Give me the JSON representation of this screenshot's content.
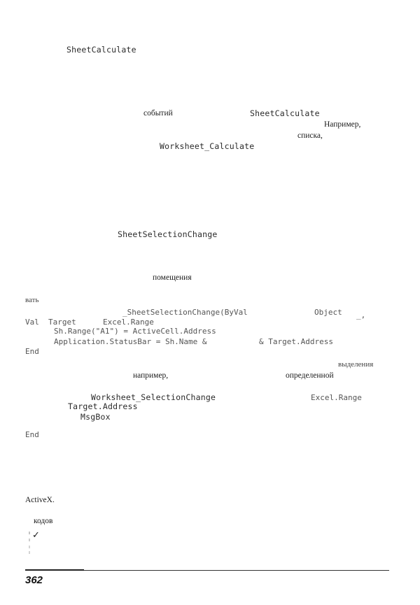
{
  "text": {
    "l1": "SheetCalculate",
    "l2a": "событий",
    "l2b": "SheetCalculate",
    "l3": "Например,",
    "l4": "списка,",
    "l5": "Worksheet_Calculate",
    "l6": "SheetSelectionChange",
    "l7": "помещения",
    "l8": "вать",
    "c1a": "_SheetSelectionChange(ByVal",
    "c1b": "Object",
    "c1c": "_,",
    "c2a": "Val",
    "c2b": "Target",
    "c2c": "Excel.Range",
    "c3": "Sh.Range(\"A1\") = ActiveCell.Address",
    "c4a": "Application.StatusBar = Sh.Name &",
    "c4b": "& Target.Address",
    "c5": "End",
    "l9": "выделения",
    "l10a": "например,",
    "l10b": "определенной",
    "c6a": "Worksheet_SelectionChange",
    "c6b": "Excel.Range",
    "c7": "Target.Address",
    "c8": "MsgBox",
    "c9": "End",
    "l11": "ActiveX.",
    "l12": "кодов",
    "check": "✓",
    "page_number": "362"
  }
}
